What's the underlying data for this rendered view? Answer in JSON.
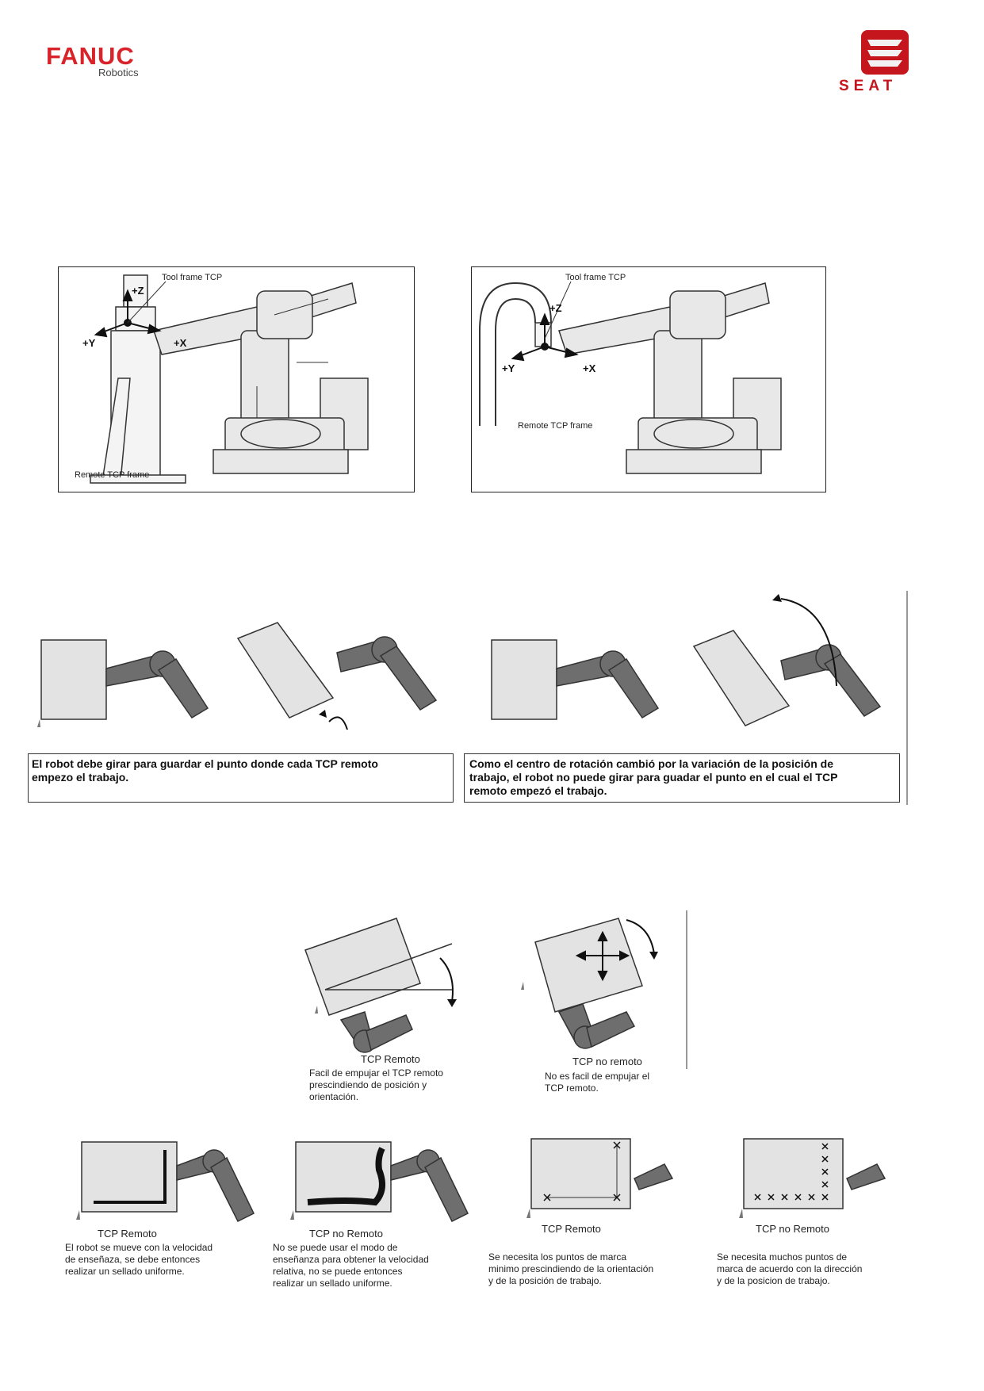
{
  "header": {
    "left_logo_brand": "FANUC",
    "left_logo_sub": "Robotics",
    "right_logo_word": "SEAT"
  },
  "figure_1": {
    "left_panel": {
      "tool_frame_label": "Tool frame TCP",
      "axis_z": "+Z",
      "axis_y": "+Y",
      "axis_x": "+X",
      "remote_label": "Remote TCP frame"
    },
    "right_panel": {
      "tool_frame_label": "Tool frame TCP",
      "axis_z": "+Z",
      "axis_y": "+Y",
      "axis_x": "+X",
      "remote_label": "Remote TCP frame"
    }
  },
  "figure_2": {
    "left_caption": "El robot debe girar para guardar el punto donde cada TCP remoto\nempezo el trabajo.",
    "right_caption": "Como el centro de rotación cambió por la variación de la posición de\ntrabajo, el robot no puede girar para guadar el punto en el cual el TCP\nremoto empezó el trabajo."
  },
  "figure_3": {
    "left_title": "TCP Remoto",
    "left_text": "Facil de empujar el TCP remoto\nprescindiendo de posición y\norientación.",
    "right_title": "TCP no remoto",
    "right_text": "No es facil de empujar el\nTCP remoto."
  },
  "figure_4": {
    "p1_title": "TCP Remoto",
    "p1_text": "El robot se mueve con la velocidad\nde enseñaza, se debe entonces\nrealizar un sellado uniforme.",
    "p2_title": "TCP no Remoto",
    "p2_text": "No se puede usar el modo de\nenseñanza para obtener la velocidad\nrelativa, no se puede entonces\nrealizar un sellado uniforme.",
    "p3_title": "TCP Remoto",
    "p3_text": "Se necesita los puntos de marca\nminimo prescindiendo de la orientación\ny de la posición de trabajo.",
    "p4_title": "TCP no Remoto",
    "p4_text": "Se necesita muchos puntos de\nmarca de acuerdo con la dirección\ny de la posicion de trabajo."
  },
  "colors": {
    "fanuc_red": "#d8232a",
    "seat_red": "#c4161c",
    "panel_gray": "#e3e3e3",
    "arm_gray": "#6e6e6e"
  }
}
